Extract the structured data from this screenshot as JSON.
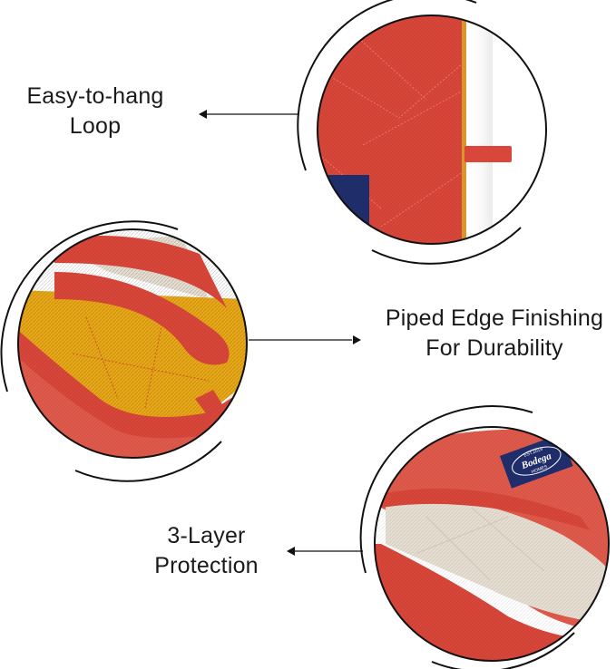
{
  "features": [
    {
      "id": "loop",
      "line1": "Easy-to-hang",
      "line2": "Loop"
    },
    {
      "id": "piped-edge",
      "line1": "Piped Edge Finishing",
      "line2": "For Durability"
    },
    {
      "id": "three-layer",
      "line1": "3-Layer",
      "line2": "Protection"
    }
  ],
  "badge": {
    "top": "EST.2019",
    "brand": "Bodega",
    "bottom": "HOMES"
  },
  "colors": {
    "fabric_red": "#D9463A",
    "fabric_red_light": "#E25A4C",
    "fabric_yellow": "#E9A817",
    "lining_beige": "#E6DED1",
    "label_navy": "#1F2D6B",
    "ring": "#111111",
    "text": "#1a1a1a"
  }
}
